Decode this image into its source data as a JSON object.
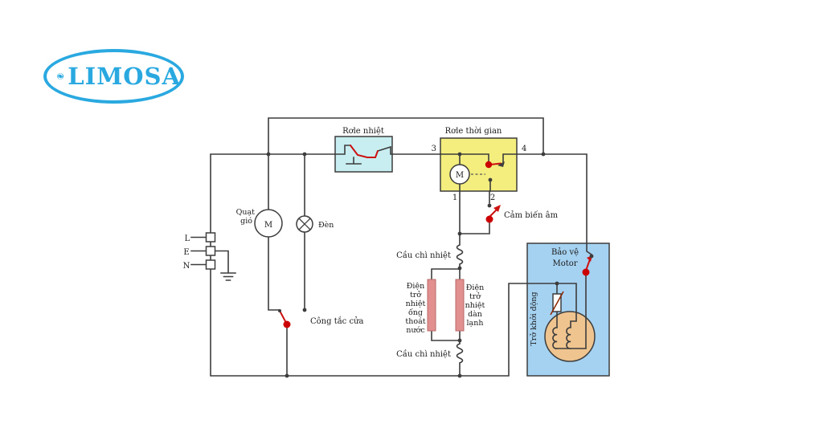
{
  "logo": {
    "brand": "LIMOSA",
    "color": "#29a9e0"
  },
  "labels": {
    "thermal_relay": "Rơle nhiệt",
    "timer_relay": "Rơle thời gian",
    "terminal_3": "3",
    "terminal_4": "4",
    "terminal_1": "1",
    "terminal_2": "2",
    "timer_motor": "M",
    "fan_motor": "M",
    "fan_label_line1": "Quạt",
    "fan_label_line2": "gió",
    "lamp": "Đèn",
    "line": "L",
    "earth": "E",
    "neutral": "N",
    "door_switch": "Công tắc cửa",
    "temp_sensor": "Cảm biến âm",
    "thermal_fuse_top": "Cầu chì nhiệt",
    "thermal_fuse_bottom": "Cầu chì nhiệt",
    "drain_heater_lines": [
      "Điện",
      "trở",
      "nhiệt",
      "ống",
      "thoát",
      "nước"
    ],
    "evap_heater_lines": [
      "Điện",
      "trở",
      "nhiệt",
      "dàn",
      "lạnh"
    ],
    "motor_protect_line1": "Bảo vệ",
    "motor_protect_line2": "Motor",
    "start_resistor": "Trở khởi động"
  },
  "colors": {
    "wire": "#3d3d3d",
    "switch_red": "#cc1111",
    "thermal_relay_box": "#c9eef2",
    "timer_relay_box": "#f3ee7d",
    "motor_compartment_box": "#a6d2f2",
    "motor_winding_circle": "#f0c48e",
    "heater_resistor": "#e28f8f",
    "logo_blue": "#29a9e0"
  }
}
